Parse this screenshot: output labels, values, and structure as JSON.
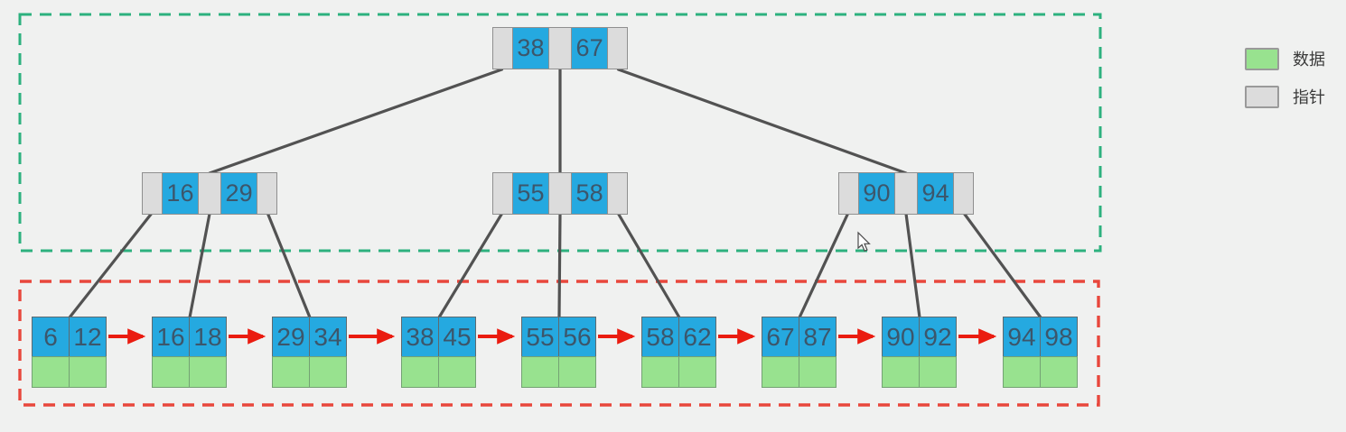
{
  "colors": {
    "background": "#f0f1f0",
    "key_cell_blue": "#25a9e0",
    "data_cell_green": "#98e28f",
    "pointer_cell_gray": "#dcdcdc",
    "key_text": "#3c566b",
    "tree_edge": "#525252",
    "leaf_link_red": "#ea1c10",
    "index_region_dash_green": "#2db17e",
    "data_region_dash_red": "#e8473c"
  },
  "tree": {
    "root": {
      "keys": [
        "38",
        "67"
      ]
    },
    "internal_nodes": [
      {
        "keys": [
          "16",
          "29"
        ]
      },
      {
        "keys": [
          "55",
          "58"
        ]
      },
      {
        "keys": [
          "90",
          "94"
        ]
      }
    ],
    "leaf_nodes": [
      {
        "keys": [
          "6",
          "12"
        ]
      },
      {
        "keys": [
          "16",
          "18"
        ]
      },
      {
        "keys": [
          "29",
          "34"
        ]
      },
      {
        "keys": [
          "38",
          "45"
        ]
      },
      {
        "keys": [
          "55",
          "56"
        ]
      },
      {
        "keys": [
          "58",
          "62"
        ]
      },
      {
        "keys": [
          "67",
          "87"
        ]
      },
      {
        "keys": [
          "90",
          "92"
        ]
      },
      {
        "keys": [
          "94",
          "98"
        ]
      }
    ]
  },
  "legend": {
    "items": [
      {
        "swatch_color": "#98e28f",
        "label": "数据"
      },
      {
        "swatch_color": "#dcdcdc",
        "label": "指针"
      }
    ]
  }
}
